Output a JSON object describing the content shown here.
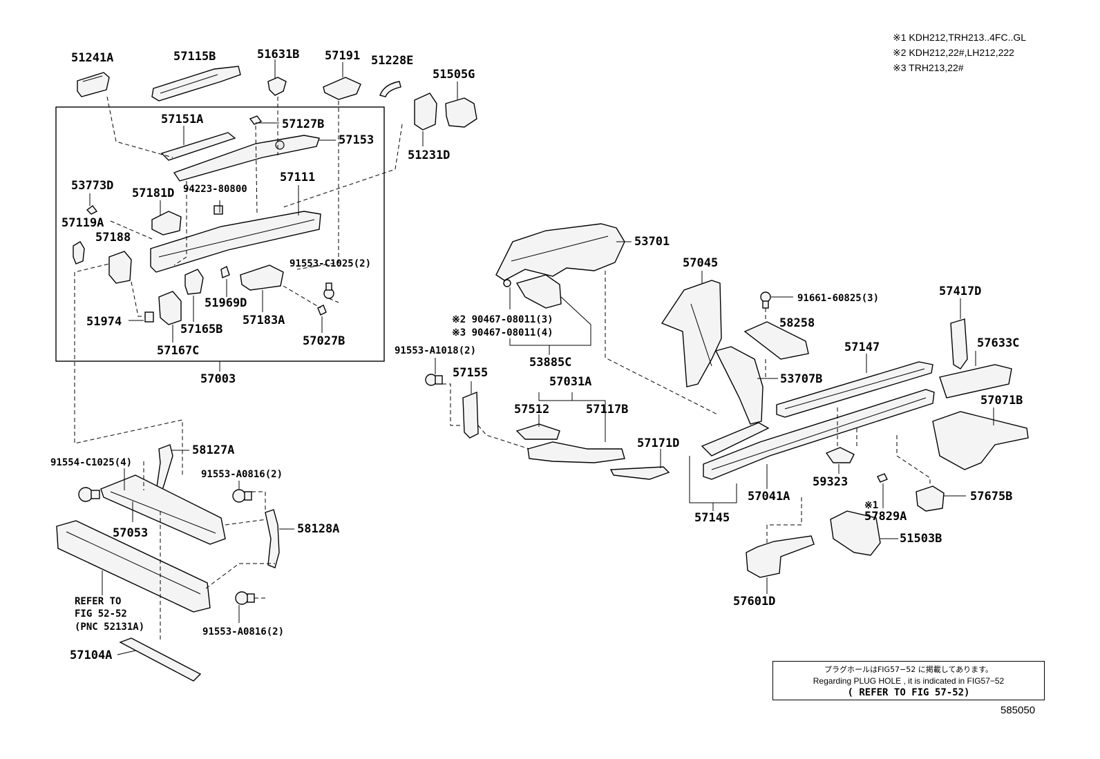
{
  "variant_notes": [
    "※1 KDH212,TRH213..4FC..GL",
    "※2 KDH212,22#,LH212,222",
    "※3 TRH213,22#"
  ],
  "labels": {
    "p51241A": "51241A",
    "p57115B": "57115B",
    "p51631B": "51631B",
    "p57191": "57191",
    "p51228E": "51228E",
    "p51505G": "51505G",
    "p57151A": "57151A",
    "p57127B": "57127B",
    "p57153": "57153",
    "p51231D": "51231D",
    "p53773D": "53773D",
    "p57181D": "57181D",
    "p94223": "94223-80800",
    "p57111": "57111",
    "p57119A": "57119A",
    "p57188": "57188",
    "p91553C1025": "91553-C1025(2)",
    "p51969D": "51969D",
    "p51974": "51974",
    "p57165B": "57165B",
    "p57183A": "57183A",
    "p57027B": "57027B",
    "p57167C": "57167C",
    "p57003": "57003",
    "p53701": "53701",
    "p57045": "57045",
    "p91661": "91661-60825(3)",
    "p57417D": "57417D",
    "p2_90467": "※2 90467-08011(3)",
    "p3_90467": "※3 90467-08011(4)",
    "p58258": "58258",
    "p53885C": "53885C",
    "p57147": "57147",
    "p57633C": "57633C",
    "p91553A1018": "91553-A1018(2)",
    "p57155": "57155",
    "p57031A": "57031A",
    "p53707B": "53707B",
    "p57071B": "57071B",
    "p57512": "57512",
    "p57117B": "57117B",
    "p57171D": "57171D",
    "p58127A": "58127A",
    "p91554C1025": "91554-C1025(4)",
    "p91553A0816a": "91553-A0816(2)",
    "p59323": "59323",
    "p57041A": "57041A",
    "p57145": "57145",
    "p1mark": "※1",
    "p57829A": "57829A",
    "p57675B": "57675B",
    "p57053": "57053",
    "p58128A": "58128A",
    "p51503B": "51503B",
    "refer1": "REFER TO",
    "refer2": "FIG 52-52",
    "refer3": "(PNC 52131A)",
    "p91553A0816b": "91553-A0816(2)",
    "p57601D": "57601D",
    "p57104A": "57104A"
  },
  "refer_note": {
    "jp": "プラグホールはFIG57−52 に掲載してあります。",
    "en": "Regarding PLUG HOLE , it is indicated in FIG57−52",
    "ref": "( REFER TO FIG 57-52)"
  },
  "figure_id": "585050"
}
